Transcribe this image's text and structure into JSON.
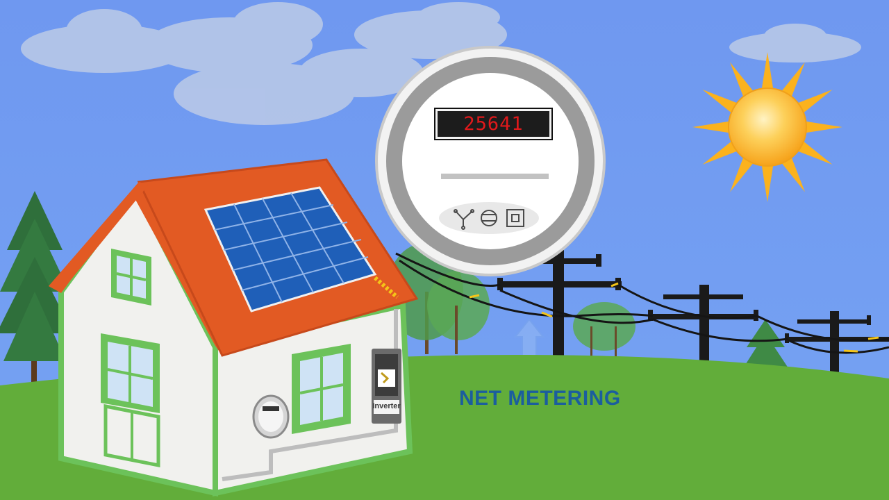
{
  "meter": {
    "reading": "25641"
  },
  "caption": {
    "text": "NET METERING"
  },
  "inverter": {
    "label": "Inverter"
  },
  "colors": {
    "sky": "#6f9af2",
    "grass": "#62ad3a",
    "roof": "#e25a23",
    "house_trim": "#6cc25a",
    "panel": "#1f5fb8",
    "sun": "#fbb21d",
    "meter_digits": "#e0191b",
    "caption": "#1b5e9e"
  },
  "icons": [
    "sun-icon",
    "solar-panel-icon",
    "house-icon",
    "utility-pole-icon",
    "electric-meter-icon",
    "inverter-icon",
    "flow-arrow-icon",
    "cloud-icon",
    "tree-icon"
  ]
}
